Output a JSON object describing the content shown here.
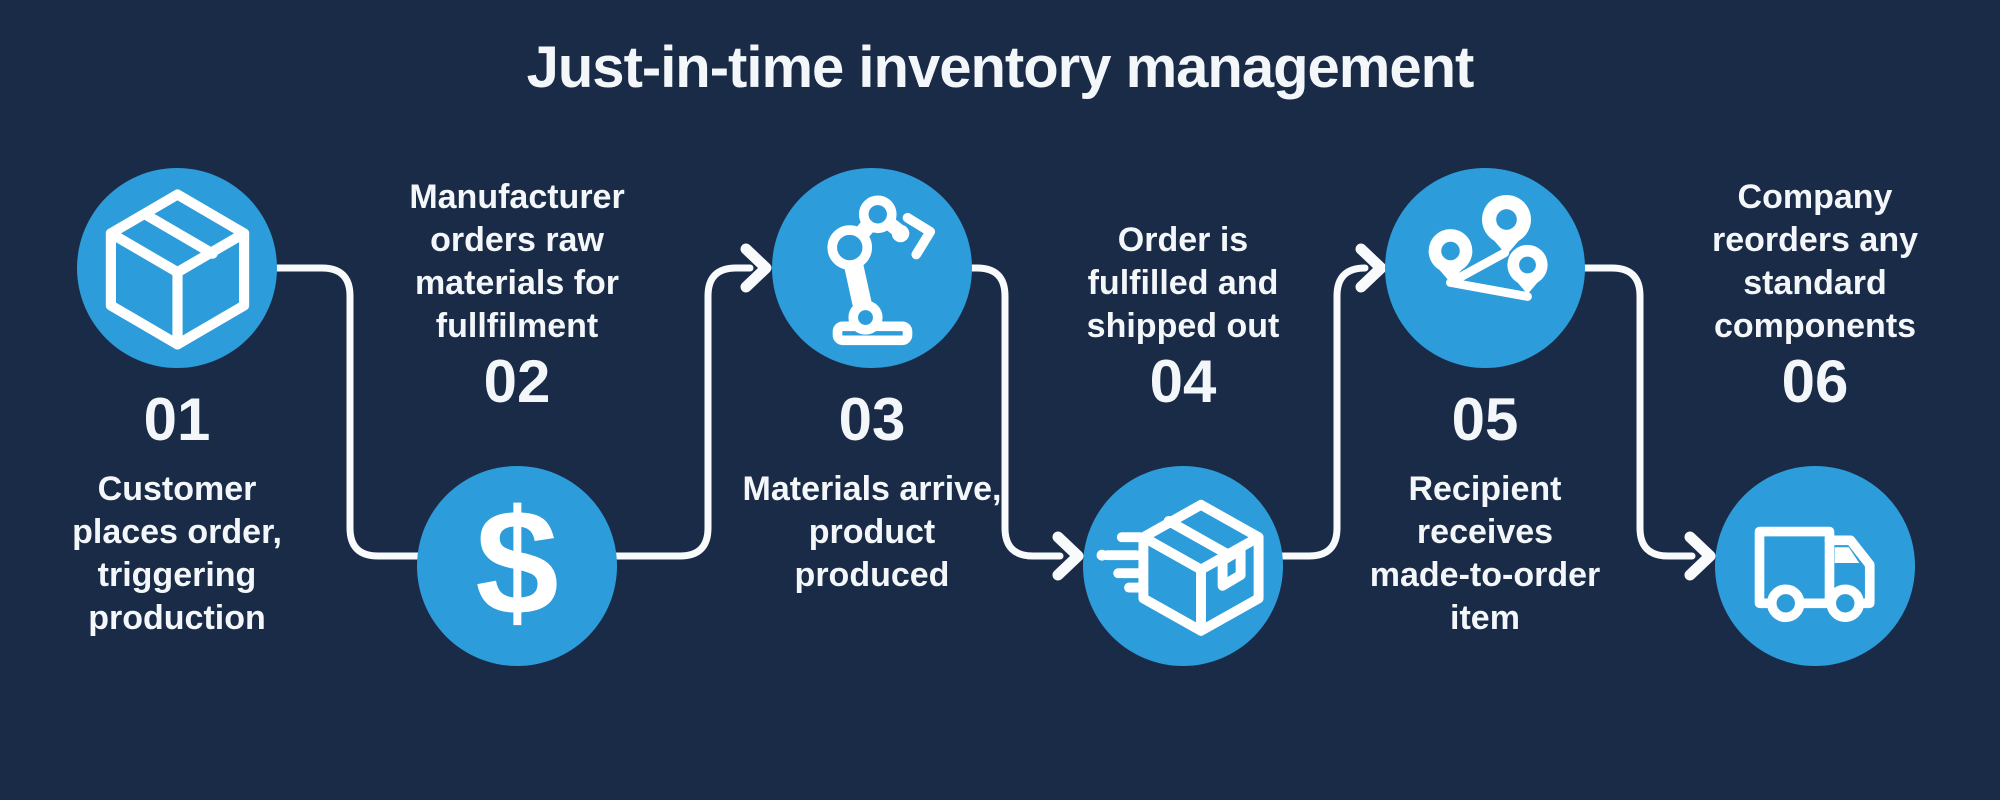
{
  "title": "Just-in-time inventory management",
  "colors": {
    "background": "#1a2b47",
    "circle_blue": "#2d9cda",
    "text": "#f4f7fa",
    "connector": "#f8fafc"
  },
  "icons": {
    "dollar_glyph": "$"
  },
  "steps": [
    {
      "number": "01",
      "label": "Customer\nplaces order,\ntriggering\nproduction",
      "icon": "box-icon",
      "position": "icon-top"
    },
    {
      "number": "02",
      "label": "Manufacturer\norders raw\nmaterials for\nfullfilment",
      "icon": "dollar-icon",
      "position": "icon-bottom"
    },
    {
      "number": "03",
      "label": "Materials arrive,\nproduct\nproduced",
      "icon": "robot-arm-icon",
      "position": "icon-top"
    },
    {
      "number": "04",
      "label": "Order is\nfulfilled and\nshipped out",
      "icon": "shipping-box-icon",
      "position": "icon-bottom"
    },
    {
      "number": "05",
      "label": "Recipient\nreceives\nmade-to-order\nitem",
      "icon": "map-route-icon",
      "position": "icon-top"
    },
    {
      "number": "06",
      "label": "Company\nreorders any\nstandard\ncomponents",
      "icon": "truck-icon",
      "position": "icon-bottom"
    }
  ]
}
